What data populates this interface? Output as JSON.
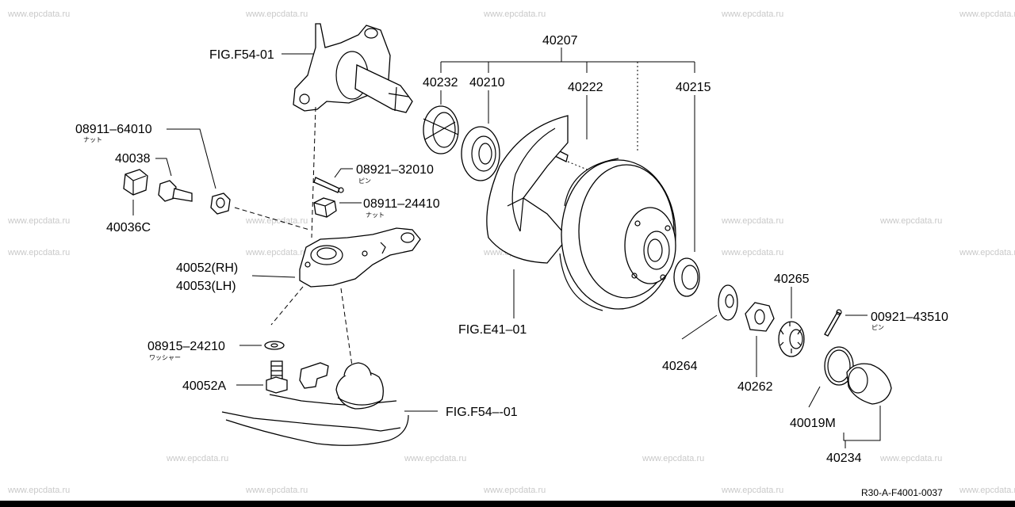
{
  "watermark": "www.epcdata.ru",
  "drawing_code": "R30-A-F4001-0037",
  "labels": {
    "fig_f54_top": "FIG.F54-01",
    "n08911_64010": "08911–64010",
    "n08911_64010_sub": "ナット",
    "n40038": "40038",
    "n40036c": "40036C",
    "n08921_32010": "08921–32010",
    "n08921_32010_sub": "ピン",
    "n08911_24410": "08911–24410",
    "n08911_24410_sub": "ナット",
    "n40052rh": "40052(RH)",
    "n40053lh": "40053(LH)",
    "n08915_24210": "08915–24210",
    "n08915_24210_sub": "ワッシャー",
    "n40052a": "40052A",
    "fig_f54_bottom": "FIG.F54–-01",
    "n40207": "40207",
    "n40232": "40232",
    "n40210": "40210",
    "n40222": "40222",
    "n40215": "40215",
    "fig_e41": "FIG.E41–01",
    "n40264": "40264",
    "n40262": "40262",
    "n40265": "40265",
    "n00921_43510": "00921–43510",
    "n00921_43510_sub": "ピン",
    "n40019m": "40019M",
    "n40234": "40234"
  }
}
